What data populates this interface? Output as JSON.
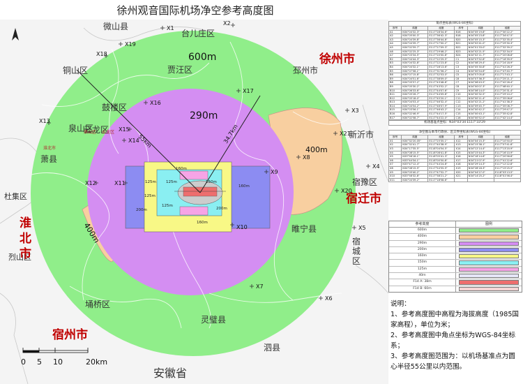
{
  "title": "徐州观音国际机场净空参考高度图",
  "map": {
    "cities": [
      {
        "id": "xuzhou",
        "name": "徐州市",
        "color": "#c00000"
      },
      {
        "id": "suqian",
        "name": "宿迁市",
        "color": "#c00000"
      },
      {
        "id": "huaibei",
        "name": "淮北市",
        "color": "#c00000"
      },
      {
        "id": "suzhou",
        "name": "宿州市",
        "color": "#c00000"
      }
    ],
    "regions": [
      "微山县",
      "台儿庄区",
      "邳州市",
      "新沂市",
      "宿豫区",
      "宿城区",
      "泗县",
      "灵璧县",
      "埇桥区",
      "烈山区",
      "杜集区",
      "萧县",
      "铜山区",
      "鼓楼区",
      "泉山区",
      "云龙区",
      "贾汪区",
      "睢宁县",
      "安徽省"
    ],
    "inset_labels": [
      "泉山区",
      "云龙区",
      "淮北市"
    ],
    "height_labels": [
      "600m",
      "290m",
      "400m",
      "400m"
    ],
    "radius_labels": [
      "55km",
      "34.7km"
    ],
    "zone_labels": [
      "160m",
      "160m",
      "125m",
      "125m",
      "200m",
      "200m",
      "125m",
      "125m",
      "150m",
      "160m"
    ],
    "points": [
      {
        "id": "X1",
        "label": "X1"
      },
      {
        "id": "X2",
        "label": "X2"
      },
      {
        "id": "X3",
        "label": "X3"
      },
      {
        "id": "X4",
        "label": "X4"
      },
      {
        "id": "X5",
        "label": "X5"
      },
      {
        "id": "X6",
        "label": "X6"
      },
      {
        "id": "X7",
        "label": "X7"
      },
      {
        "id": "X8",
        "label": "X8"
      },
      {
        "id": "X9",
        "label": "X9"
      },
      {
        "id": "X10",
        "label": "X10"
      },
      {
        "id": "X11",
        "label": "X11"
      },
      {
        "id": "X12",
        "label": "X12"
      },
      {
        "id": "X13",
        "label": "X13"
      },
      {
        "id": "X14",
        "label": "X14"
      },
      {
        "id": "X15",
        "label": "X15"
      },
      {
        "id": "X16",
        "label": "X16"
      },
      {
        "id": "X17",
        "label": "X17"
      },
      {
        "id": "X18",
        "label": "X18"
      },
      {
        "id": "X19",
        "label": "X19"
      },
      {
        "id": "X20",
        "label": "X20"
      },
      {
        "id": "X21",
        "label": "X21"
      }
    ],
    "scale": {
      "ticks": [
        "0",
        "5",
        "10",
        "20km"
      ]
    }
  },
  "colors": {
    "green": "#90ee8a",
    "orange": "#f8cfa0",
    "purple": "#d48ef2",
    "blue": "#8c8cf2",
    "yellow": "#f8f886",
    "cyan": "#8aeff2",
    "pink": "#f6a4e6",
    "red": "#ee6e6e"
  },
  "table1": {
    "caption": "角点坐标表(WGS-84坐标)",
    "headers": [
      "序号",
      "纬度",
      "经度",
      "序号",
      "纬度",
      "经度"
    ],
    "rows": [
      [
        "A1",
        "N34°04'32.3\"",
        "E117°28'34.6\"",
        "B16",
        "N34°05'19.8\"",
        "E117°30'22.2\""
      ],
      [
        "A2",
        "N34°05'00.3\"",
        "E117°36'42.3\"",
        "B18",
        "N34°05'23.8\"",
        "E117°34'47.5\""
      ],
      [
        "A3",
        "N34°04'39.8\"",
        "E117°36'44.8\"",
        "B20",
        "N34°05'15.3\"",
        "E117°32'35.4\""
      ],
      [
        "A4",
        "N34°04'39.7\"",
        "E117°27'00.2\"",
        "B21",
        "N34°02'41.0\"",
        "E117°29'30.3\""
      ],
      [
        "A5",
        "N34°02'59.7\"",
        "E117°27'09.3\"",
        "B22",
        "N34°01'33.0\"",
        "E117°32'39.2\""
      ],
      [
        "A6",
        "N34°02'25.3\"",
        "E117°29'46.2\"",
        "B23",
        "N34°02'21.5\"",
        "E117°32'34.5\""
      ],
      [
        "A7",
        "N34°03'34.5\"",
        "E117°20'00.8\"",
        "B24",
        "N34°02'11.7\"",
        "E117°20'06.8\""
      ],
      [
        "B2",
        "N34°04'44.3\"",
        "E117°22'29.5\"",
        "C1",
        "N34°07'52.8\"",
        "E117°16'39.9\""
      ],
      [
        "B3",
        "N34°04'32.8\"",
        "E117°22'23.8\"",
        "C2",
        "N34°08'29.4\"",
        "E117°24'18.9\""
      ],
      [
        "B4",
        "N34°04'32.1\"",
        "E117°28'13.6\"",
        "C3",
        "N34°05'30.8\"",
        "E117°41'26.3\""
      ],
      [
        "B5",
        "N34°07'08.1\"",
        "E117°31'56.2\"",
        "C4",
        "N34°00'54.6\"",
        "E117°47'40.7\""
      ],
      [
        "B6",
        "N34°07'15.8\"",
        "E117°32'53.0\"",
        "C5",
        "N34°57'05.8\"",
        "E117°17'43.1\""
      ],
      [
        "B9",
        "N34°04'51.6\"",
        "E117°38'09.0\"",
        "C6",
        "N34°07'36.3\"",
        "E117°25'21.1\""
      ],
      [
        "B8",
        "N34°05'57.2\"",
        "E117°43'48.8\"",
        "C7",
        "N34°06'43.5\"",
        "E117°42'26.4\""
      ],
      [
        "B9",
        "N34°05'30.2\"",
        "E117°43'52.2\"",
        "C8",
        "N34°00'07.3\"",
        "E117°48'40.1\""
      ],
      [
        "B10",
        "N34°06'33.6\"",
        "E117°44'07.6\"",
        "C9",
        "N34°06'14.0\"",
        "E117°20'31.4\""
      ],
      [
        "B11",
        "N34°05'26.7\"",
        "E117°44'09.8\"",
        "C10",
        "N34°00'32.5\"",
        "E117°29'10.2\""
      ],
      [
        "B12",
        "N34°05'18.0\"",
        "E117°45'20.1\"",
        "C11",
        "N34°00'11.4\"",
        "E117°35'06.6\""
      ],
      [
        "B13",
        "N34°04'53.4\"",
        "E117°46'32.4\"",
        "C12",
        "N34°02'21.2\"",
        "E117°41'38.3\""
      ],
      [
        "B14",
        "N34°04'54.2\"",
        "E117°46'07.9\"",
        "C13",
        "N34°09'45.7\"",
        "E117°35'06.7\""
      ],
      [
        "B15",
        "N34°03'56.1\"",
        "E117°46'43.2\"",
        "C14",
        "N34°00'42.2\"",
        "E117°29'47.2\""
      ],
      [
        "B16",
        "N34°02'46.9\"",
        "E117°44'17.5\"",
        "C15",
        "N34°00'43.1\"",
        "E117°35'42.8\""
      ],
      [
        "B17",
        "N34°02'58.7\"",
        "E117°44'22.0\"",
        "C16",
        "N34°00'52.0\"",
        "E117°42'14.4\""
      ]
    ],
    "footer": "机场基准点坐标：N34°03'34 E117°33'29"
  },
  "table2": {
    "caption": "净空图与本市行政县、区交界坐标表(WGS-84坐标)",
    "headers": [
      "序号",
      "纬度",
      "经度",
      "序号",
      "纬度",
      "经度"
    ],
    "rows": [
      [
        "X1",
        "N34°32'20.05\"",
        "E117°25'35.1\"",
        "X12",
        "N34°04'15.3\"",
        "E117°10'50.0\""
      ],
      [
        "X2",
        "N34°32'41.7\"",
        "E117°40'38.9\"",
        "X13",
        "N34°15'38.1\"",
        "E117°07'41.8\""
      ],
      [
        "X3",
        "N34°17'35.5\"",
        "E118°04'54.5\"",
        "X14",
        "N34°12'14.4\"",
        "E117°13'20.9\""
      ],
      [
        "X4",
        "N34°08'15.5\"",
        "E118°08'41.8\"",
        "X15",
        "N34°15'44.3\"",
        "E117°16'10.9\""
      ],
      [
        "X5",
        "N33°56'18.1\"",
        "E118°05'41.3\"",
        "X16",
        "N34°18'14.6\"",
        "E117°20'56.8\""
      ],
      [
        "X6",
        "N33°44'34.1\"",
        "E118°00'50.8\"",
        "X17",
        "N34°21'07.9\"",
        "E117°41'22.6\""
      ],
      [
        "X7",
        "N33°47'12.4\"",
        "E117°44'24.8\"",
        "X18",
        "N34°29'14.3\"",
        "E117°12'22.8\""
      ],
      [
        "X8",
        "N34°08'15.9\"",
        "E117°54'55.9\"",
        "X19",
        "N34°28'18.3\"",
        "E117°15'25.5\""
      ],
      [
        "X9",
        "N34°05'40.2\"",
        "E117°47'52.7\"",
        "X20",
        "N34°04'27.0\"",
        "E118°03'13.5\""
      ],
      [
        "X10",
        "N33°58'32.8\"",
        "E117°38'21.2\"",
        "X21",
        "N34°14'25.2\"",
        "E118°01'56.4\""
      ],
      [
        "X11",
        "N34°04'39.2\"",
        "E117°18'58.6\"",
        "",
        "",
        ""
      ]
    ]
  },
  "legend": {
    "headers": [
      "参考高度",
      "图例"
    ],
    "items": [
      {
        "label": "600m",
        "color": "#90ee8a"
      },
      {
        "label": "400m",
        "color": "#f8cfa0"
      },
      {
        "label": "290m",
        "color": "#d48ef2"
      },
      {
        "label": "200m",
        "color": "#8c8cf2"
      },
      {
        "label": "160m",
        "color": "#f8f886"
      },
      {
        "label": "150m",
        "color": "#8aeff2"
      },
      {
        "label": "125m",
        "color": "#f6a4e6"
      },
      {
        "label": "40m",
        "color": "#e6e6f8"
      },
      {
        "label": "F14 A: 38m",
        "color": "#ee6e6e"
      },
      {
        "label": "F14 B: 60m",
        "color": "#f4d4d4"
      }
    ]
  },
  "notes": {
    "heading": "说明：",
    "lines": [
      "1、参考高度图中高程为海拔高度（1985国家高程），单位为米；",
      "2、参考高度图中角点坐标为WGS-84坐标系；",
      "3、参考高度图范围为：以机场基准点为圆心半径55公里以内范围。"
    ]
  }
}
